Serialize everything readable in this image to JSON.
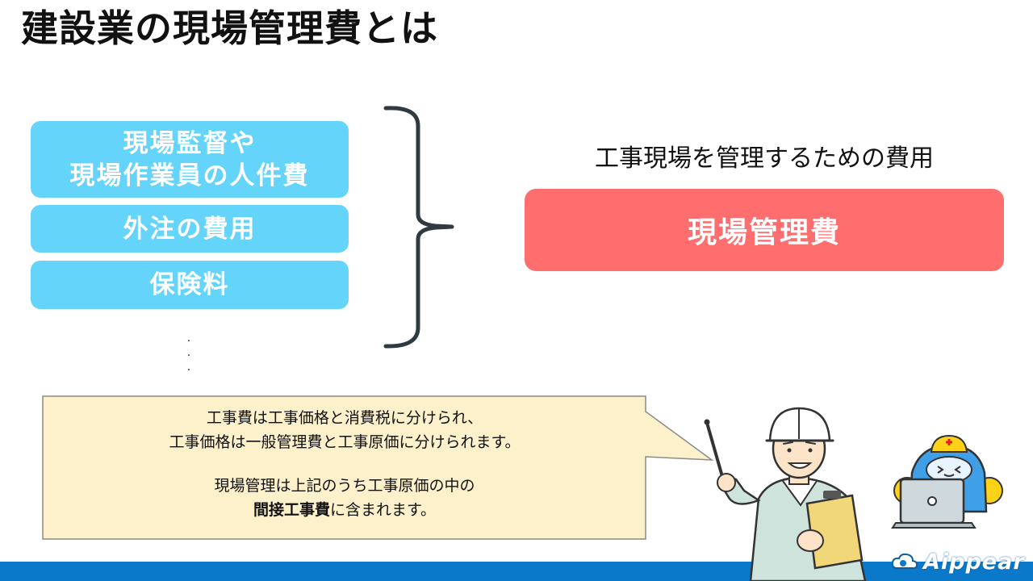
{
  "slide": {
    "title": "建設業の現場管理費とは"
  },
  "items": [
    {
      "lines": [
        "現場監督や",
        "現場作業員の人件費"
      ]
    },
    {
      "lines": [
        "外注の費用"
      ]
    },
    {
      "lines": [
        "保険料"
      ]
    }
  ],
  "continuation_marks": [
    ".",
    ".",
    "."
  ],
  "result": {
    "caption": "工事現場を管理するための費用",
    "label": "現場管理費",
    "color": "#ff6e6e"
  },
  "items_color": "#64d4fb",
  "note": {
    "line1": "工事費は工事価格と消費税に分けられ、",
    "line2": "工事価格は一般管理費と工事原価に分けられます。",
    "line3": "現場管理は上記のうち工事原価の中の",
    "line4_bold": "間接工事費",
    "line4_rest": "に含まれます。",
    "background": "#fdf1cc"
  },
  "footer": {
    "bar_color": "#0b79c9",
    "logo_text": "Aippear",
    "logo_icon": "cloud-logo-icon"
  },
  "illustrations": {
    "worker": "construction-worker-with-pointer-and-clipboard",
    "mascot": "robot-mascot-with-laptop"
  }
}
